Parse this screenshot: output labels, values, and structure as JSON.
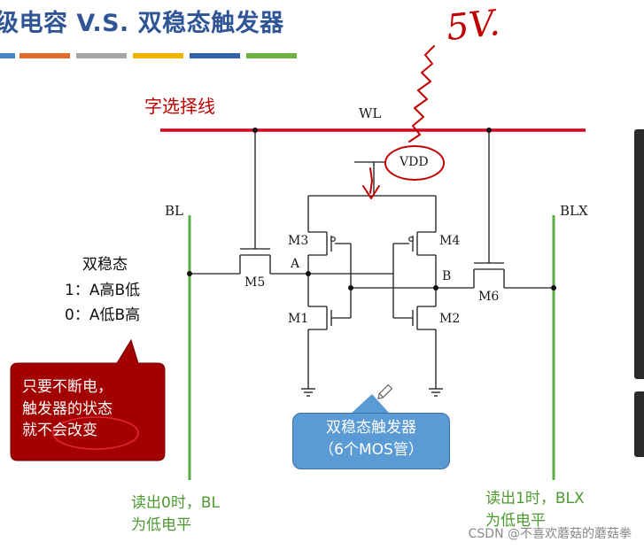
{
  "title": "级电容 V.S. 双稳态触发器",
  "title_underline_colors": [
    "#4a86c5",
    "#e46c2a",
    "#a6a6a6",
    "#f0b400",
    "#3462a8",
    "#6cb43f"
  ],
  "handwriting": {
    "voltage_note": "5V."
  },
  "circuit": {
    "word_line_caption": "字选择线",
    "wl": "WL",
    "vdd": "VDD",
    "bl": "BL",
    "blx": "BLX",
    "node_a": "A",
    "node_b": "B",
    "transistors": [
      "M1",
      "M2",
      "M3",
      "M4",
      "M5",
      "M6"
    ]
  },
  "states": {
    "heading": "双稳态",
    "state_1": "1：A高B低",
    "state_0": "0：A低B高"
  },
  "red_callout": {
    "lines": [
      "只要不断电，",
      "触发器的状态",
      "就不会改变"
    ]
  },
  "blue_callout": {
    "line1": "双稳态触发器",
    "line2": "（6个MOS管）"
  },
  "read_notes": {
    "left_line1": "读出0时，BL",
    "left_line2": "为低电平",
    "right_line1": "读出1时，BLX",
    "right_line2": "为低电平"
  },
  "watermark": "CSDN @不喜欢蘑菇的蘑菇拳",
  "colors": {
    "word_line": "#d9001b",
    "bit_lines": "#5aac44",
    "annotation_red": "#c00000",
    "blue_callout": "#5b9bd5",
    "red_callout": "#a30000"
  }
}
